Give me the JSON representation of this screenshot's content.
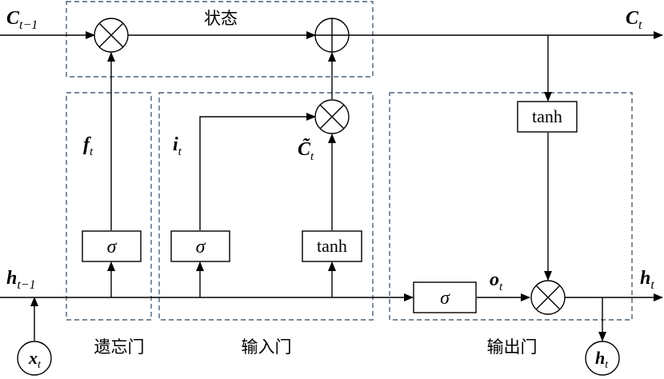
{
  "labels": {
    "c_prev_main": "C",
    "c_prev_sub": "t−1",
    "c_t_main": "C",
    "c_t_sub": "t",
    "state": "状态",
    "f_main": "f",
    "f_sub": "t",
    "i_main": "i",
    "i_sub": "t",
    "ctilde_main": "C̃",
    "ctilde_sub": "t",
    "h_prev_main": "h",
    "h_prev_sub": "t−1",
    "h_t_main": "h",
    "h_t_sub": "t",
    "o_main": "o",
    "o_sub": "t",
    "x_main": "x",
    "x_sub": "t",
    "ht_circle_main": "h",
    "ht_circle_sub": "t",
    "forget_gate": "遗忘门",
    "input_gate": "输入门",
    "output_gate": "输出门"
  },
  "boxes": {
    "sigma_forget": "σ",
    "sigma_input": "σ",
    "tanh_input": "tanh",
    "sigma_output": "σ",
    "tanh_output": "tanh"
  },
  "operators": {
    "multiply": "⊗",
    "add": "⊕"
  },
  "colors": {
    "line": "#000000",
    "dashed_border": "#4a6078",
    "background": "#ffffff"
  }
}
